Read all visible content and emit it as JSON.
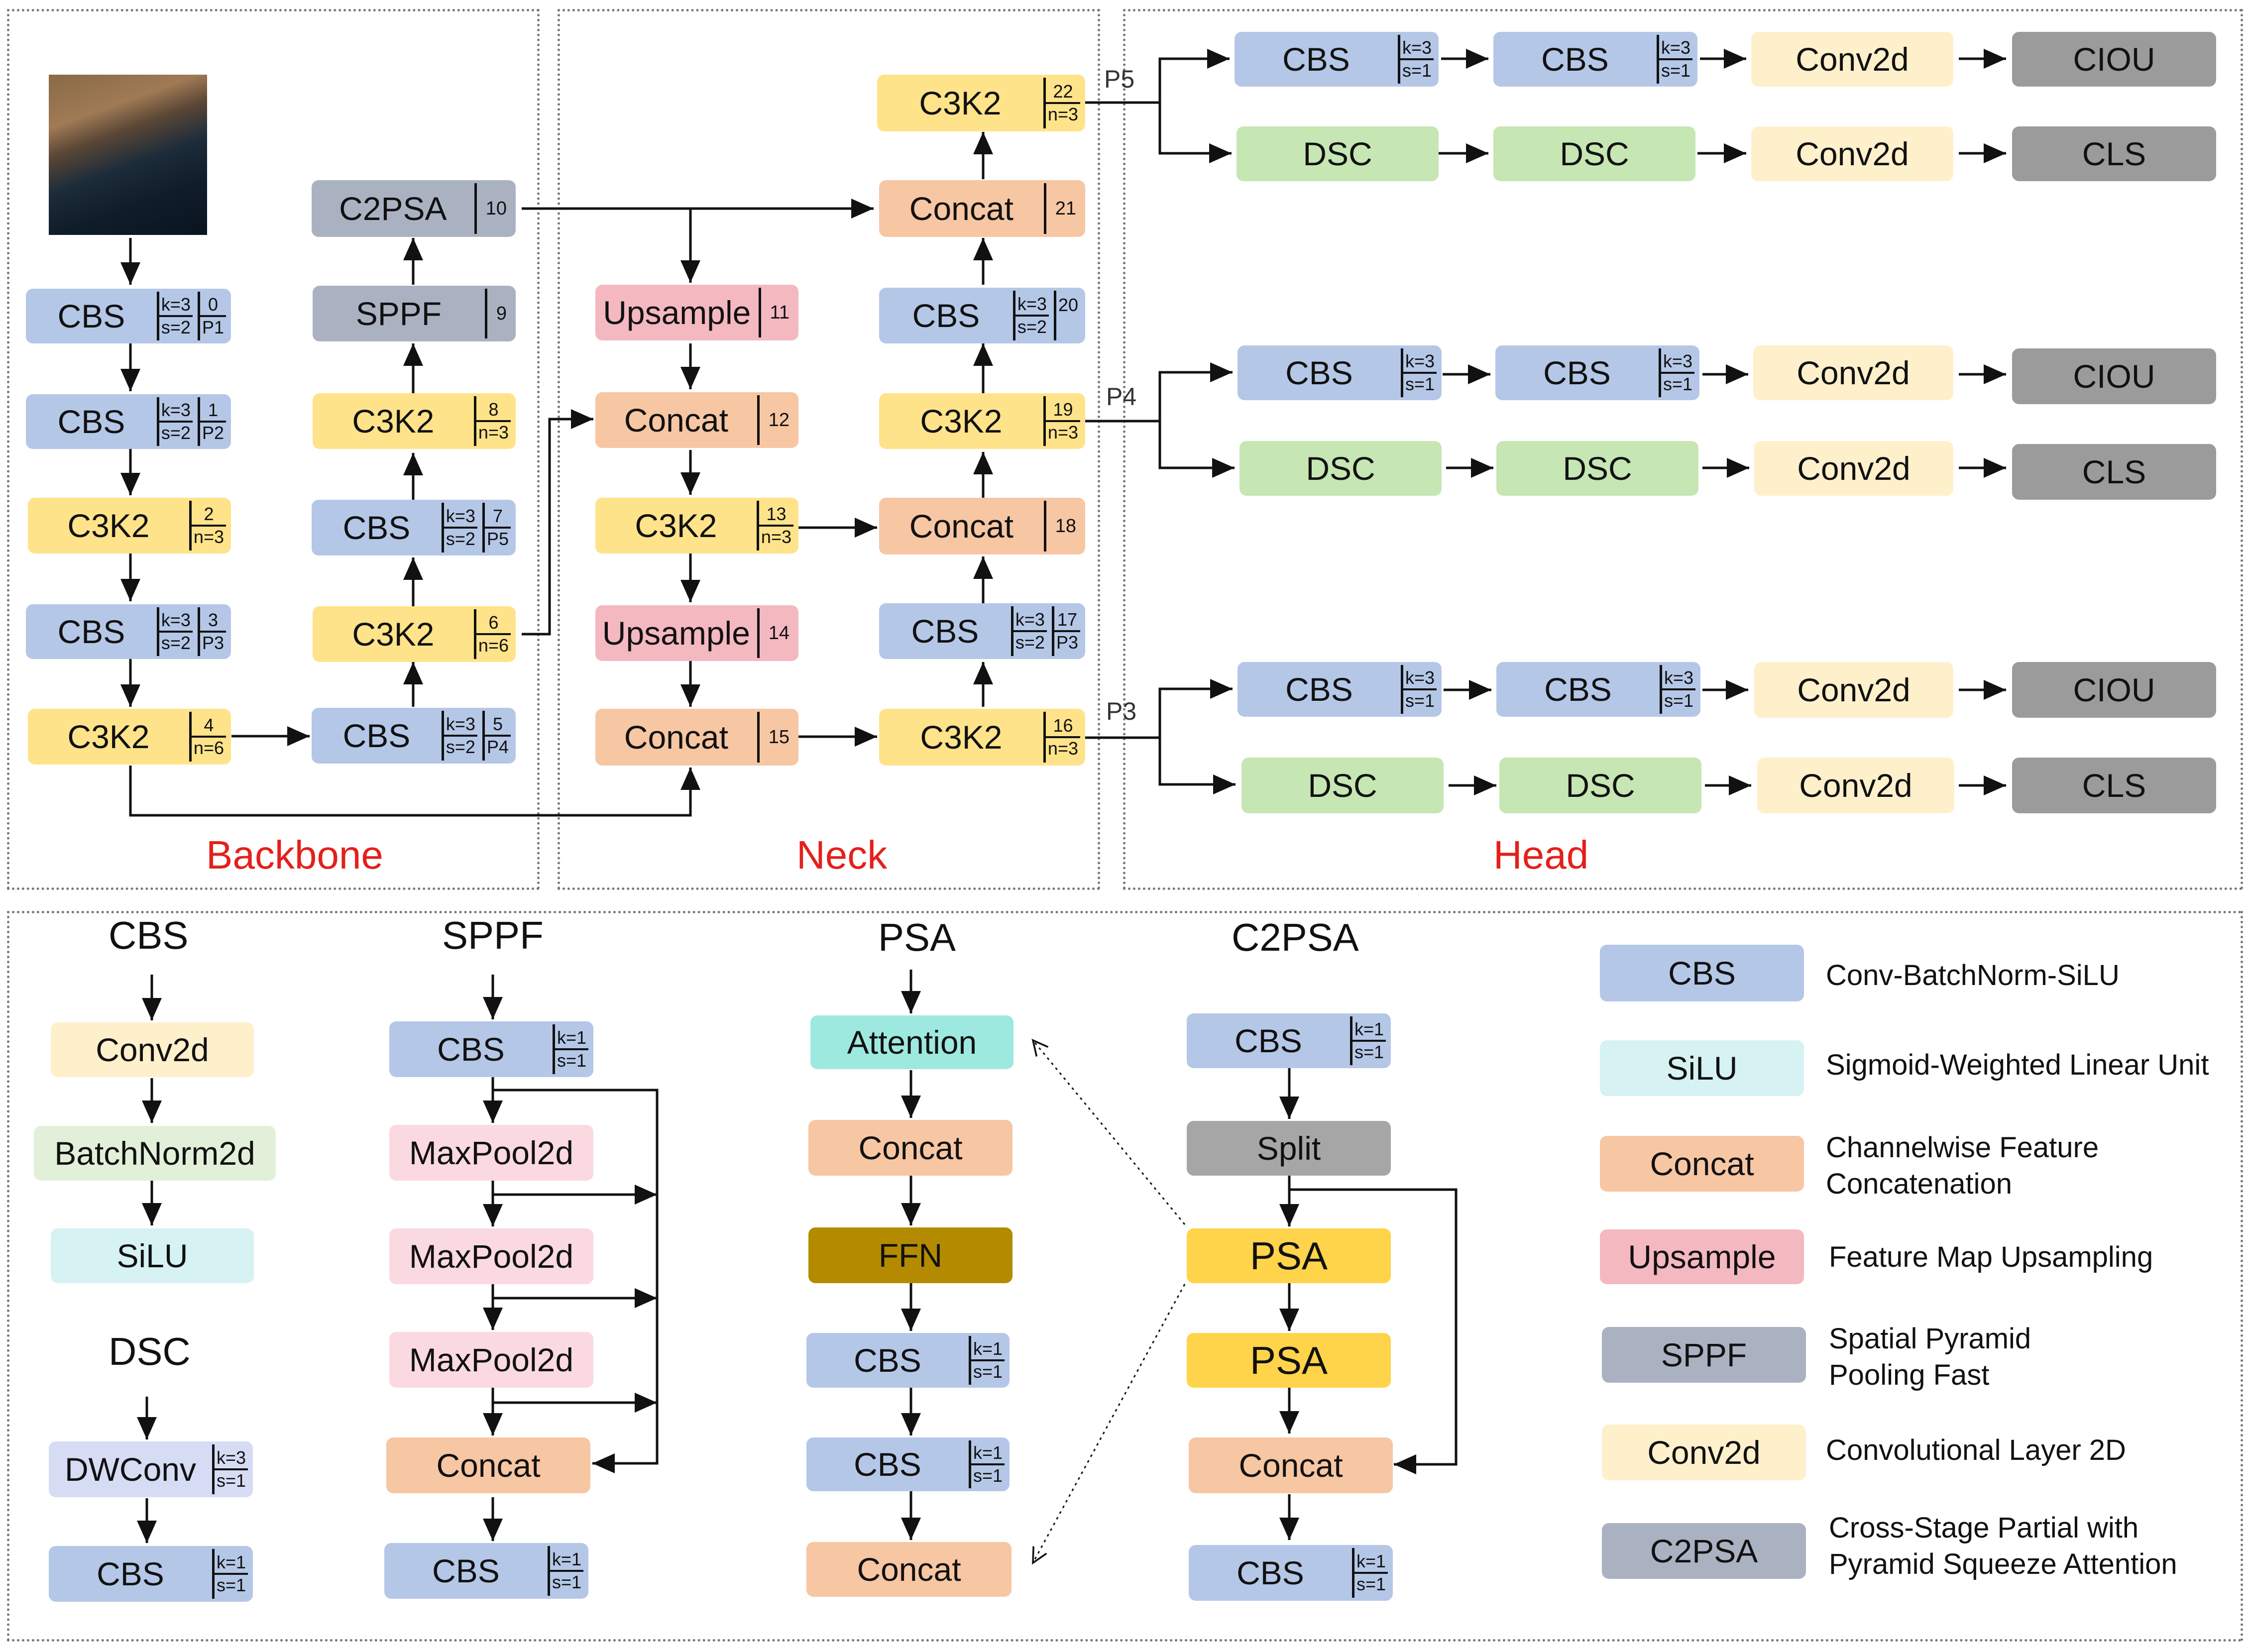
{
  "sections": {
    "backbone": "Backbone",
    "neck": "Neck",
    "head": "Head"
  },
  "p_labels": {
    "p5": "P5",
    "p4": "P4",
    "p3": "P3"
  },
  "blocks": {
    "b0": {
      "name": "CBS",
      "a1": "k=3",
      "a2": "s=2",
      "x1": "0",
      "x2": "P1"
    },
    "b1": {
      "name": "CBS",
      "a1": "k=3",
      "a2": "s=2",
      "x1": "1",
      "x2": "P2"
    },
    "b2": {
      "name": "C3K2",
      "a1": "2",
      "a2": "n=3"
    },
    "b3": {
      "name": "CBS",
      "a1": "k=3",
      "a2": "s=2",
      "x1": "3",
      "x2": "P3"
    },
    "b4": {
      "name": "C3K2",
      "a1": "4",
      "a2": "n=6"
    },
    "b5": {
      "name": "CBS",
      "a1": "k=3",
      "a2": "s=2",
      "x1": "5",
      "x2": "P4"
    },
    "b6": {
      "name": "C3K2",
      "a1": "6",
      "a2": "n=6"
    },
    "b7": {
      "name": "CBS",
      "a1": "k=3",
      "a2": "s=2",
      "x1": "7",
      "x2": "P5"
    },
    "b8": {
      "name": "C3K2",
      "a1": "8",
      "a2": "n=3"
    },
    "b9": {
      "name": "SPPF",
      "num": "9"
    },
    "b10": {
      "name": "C2PSA",
      "num": "10"
    },
    "n11": {
      "name": "Upsample",
      "num": "11"
    },
    "n12": {
      "name": "Concat",
      "num": "12"
    },
    "n13": {
      "name": "C3K2",
      "a1": "13",
      "a2": "n=3"
    },
    "n14": {
      "name": "Upsample",
      "num": "14"
    },
    "n15": {
      "name": "Concat",
      "num": "15"
    },
    "n16": {
      "name": "C3K2",
      "a1": "16",
      "a2": "n=3"
    },
    "n17": {
      "name": "CBS",
      "a1": "k=3",
      "a2": "s=2",
      "x1": "17",
      "x2": "P3"
    },
    "n18": {
      "name": "Concat",
      "num": "18"
    },
    "n19": {
      "name": "C3K2",
      "a1": "19",
      "a2": "n=3"
    },
    "n20": {
      "name": "CBS",
      "a1": "k=3",
      "a2": "s=2",
      "x1": "20"
    },
    "n21": {
      "name": "Concat",
      "num": "21"
    },
    "n22": {
      "name": "C3K2",
      "a1": "22",
      "a2": "n=3"
    }
  },
  "head_rows": [
    {
      "cbs": "CBS",
      "k": "k=3",
      "s": "s=1",
      "conv": "Conv2d",
      "loss": "CIOU",
      "dsc": "DSC",
      "cls": "CLS"
    },
    {
      "cbs": "CBS",
      "k": "k=3",
      "s": "s=1",
      "conv": "Conv2d",
      "loss": "CIOU",
      "dsc": "DSC",
      "cls": "CLS"
    },
    {
      "cbs": "CBS",
      "k": "k=3",
      "s": "s=1",
      "conv": "Conv2d",
      "loss": "CIOU",
      "dsc": "DSC",
      "cls": "CLS"
    }
  ],
  "details": {
    "cbs": {
      "title": "CBS",
      "conv": "Conv2d",
      "bn": "BatchNorm2d",
      "silu": "SiLU"
    },
    "dsc": {
      "title": "DSC",
      "dw": "DWConv",
      "dw_k": "k=3",
      "dw_s": "s=1",
      "cbs": "CBS",
      "cbs_k": "k=1",
      "cbs_s": "s=1"
    },
    "sppf": {
      "title": "SPPF",
      "cbs": "CBS",
      "k": "k=1",
      "s": "s=1",
      "pool": "MaxPool2d",
      "concat": "Concat"
    },
    "psa": {
      "title": "PSA",
      "attention": "Attention",
      "concat": "Concat",
      "ffn": "FFN",
      "cbs": "CBS",
      "k": "k=1",
      "s": "s=1"
    },
    "c2psa": {
      "title": "C2PSA",
      "cbs": "CBS",
      "k": "k=1",
      "s": "s=1",
      "split": "Split",
      "psa": "PSA",
      "concat": "Concat"
    }
  },
  "legend": [
    {
      "name": "CBS",
      "desc1": "Conv-BatchNorm-SiLU",
      "desc2": "",
      "color": "#b4c7e7"
    },
    {
      "name": "SiLU",
      "desc1": "Sigmoid-Weighted Linear Unit",
      "desc2": "",
      "color": "#d6f2f2"
    },
    {
      "name": "Concat",
      "desc1": "Channelwise Feature",
      "desc2": "Concatenation",
      "color": "#f7c6a3"
    },
    {
      "name": "Upsample",
      "desc1": "Feature Map Upsampling",
      "desc2": "",
      "color": "#f4b8c0"
    },
    {
      "name": "SPPF",
      "desc1": "Spatial Pyramid",
      "desc2": "Pooling Fast",
      "color": "#aab2c2"
    },
    {
      "name": "Conv2d",
      "desc1": "Convolutional Layer 2D",
      "desc2": "",
      "color": "#fff0cc"
    },
    {
      "name": "C2PSA",
      "desc1": "Cross-Stage Partial with",
      "desc2": "Pyramid Squeeze Attention",
      "color": "#aab2c2"
    }
  ]
}
